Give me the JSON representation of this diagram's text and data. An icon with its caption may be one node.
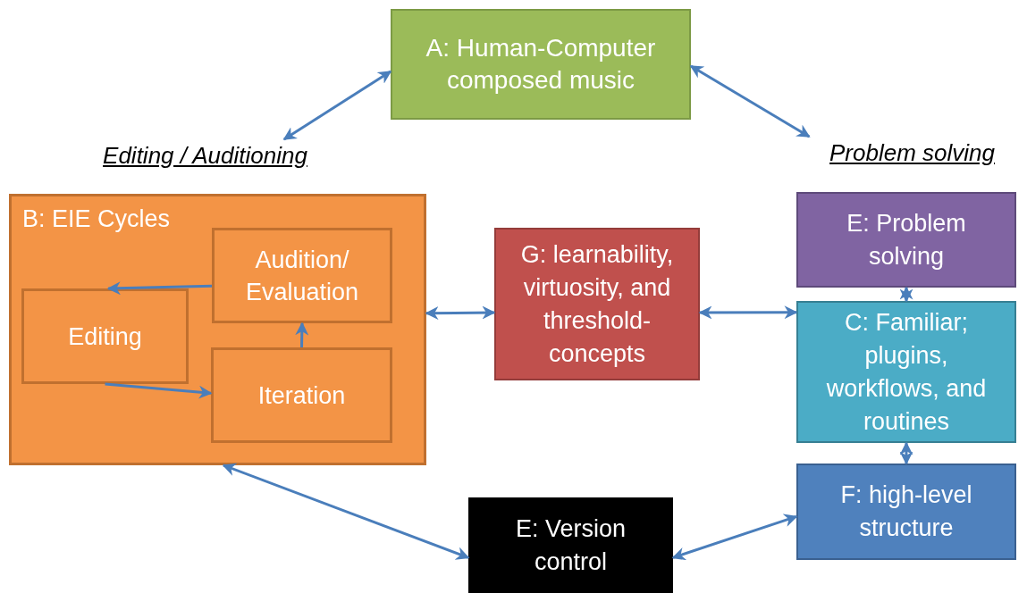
{
  "diagram": {
    "nodes": [
      {
        "text": [
          "A: Human-Computer composed music"
        ]
      },
      {
        "text": [
          "Editing / Auditioning"
        ]
      },
      {
        "text": [
          "Problem solving"
        ]
      },
      {
        "text": [
          "B: EIE Cycles"
        ]
      },
      {
        "text": [
          "Audition/ Evaluation"
        ],
        "in": 3
      },
      {
        "text": [
          "Editing"
        ],
        "in": 3
      },
      {
        "text": [
          "Iteration"
        ],
        "in": 3
      },
      {
        "text": [
          "G: learnability, virtuosity, and threshold-concepts"
        ]
      },
      {
        "text": [
          "E: Problem solving"
        ]
      },
      {
        "text": [
          "C: Familiar; plugins, workflows, and routines"
        ]
      },
      {
        "text": [
          "F: high-level structure"
        ]
      },
      {
        "text": [
          "E: Version control"
        ]
      }
    ],
    "edges": [
      {
        "from": 1,
        "to": 0,
        "arrow": "both"
      },
      {
        "from": 0,
        "to": 2,
        "arrow": "both"
      },
      {
        "from": 4,
        "to": 5,
        "arrow": "to"
      },
      {
        "from": 5,
        "to": 6,
        "arrow": "to"
      },
      {
        "from": 6,
        "to": 4,
        "arrow": "to"
      },
      {
        "from": 3,
        "to": 7,
        "arrow": "both"
      },
      {
        "from": 7,
        "to": 9,
        "arrow": "both"
      },
      {
        "from": 8,
        "to": 9,
        "arrow": "both"
      },
      {
        "from": 9,
        "to": 10,
        "arrow": "both"
      },
      {
        "from": 3,
        "to": 11,
        "arrow": "both"
      },
      {
        "from": 11,
        "to": 10,
        "arrow": "both"
      }
    ]
  }
}
